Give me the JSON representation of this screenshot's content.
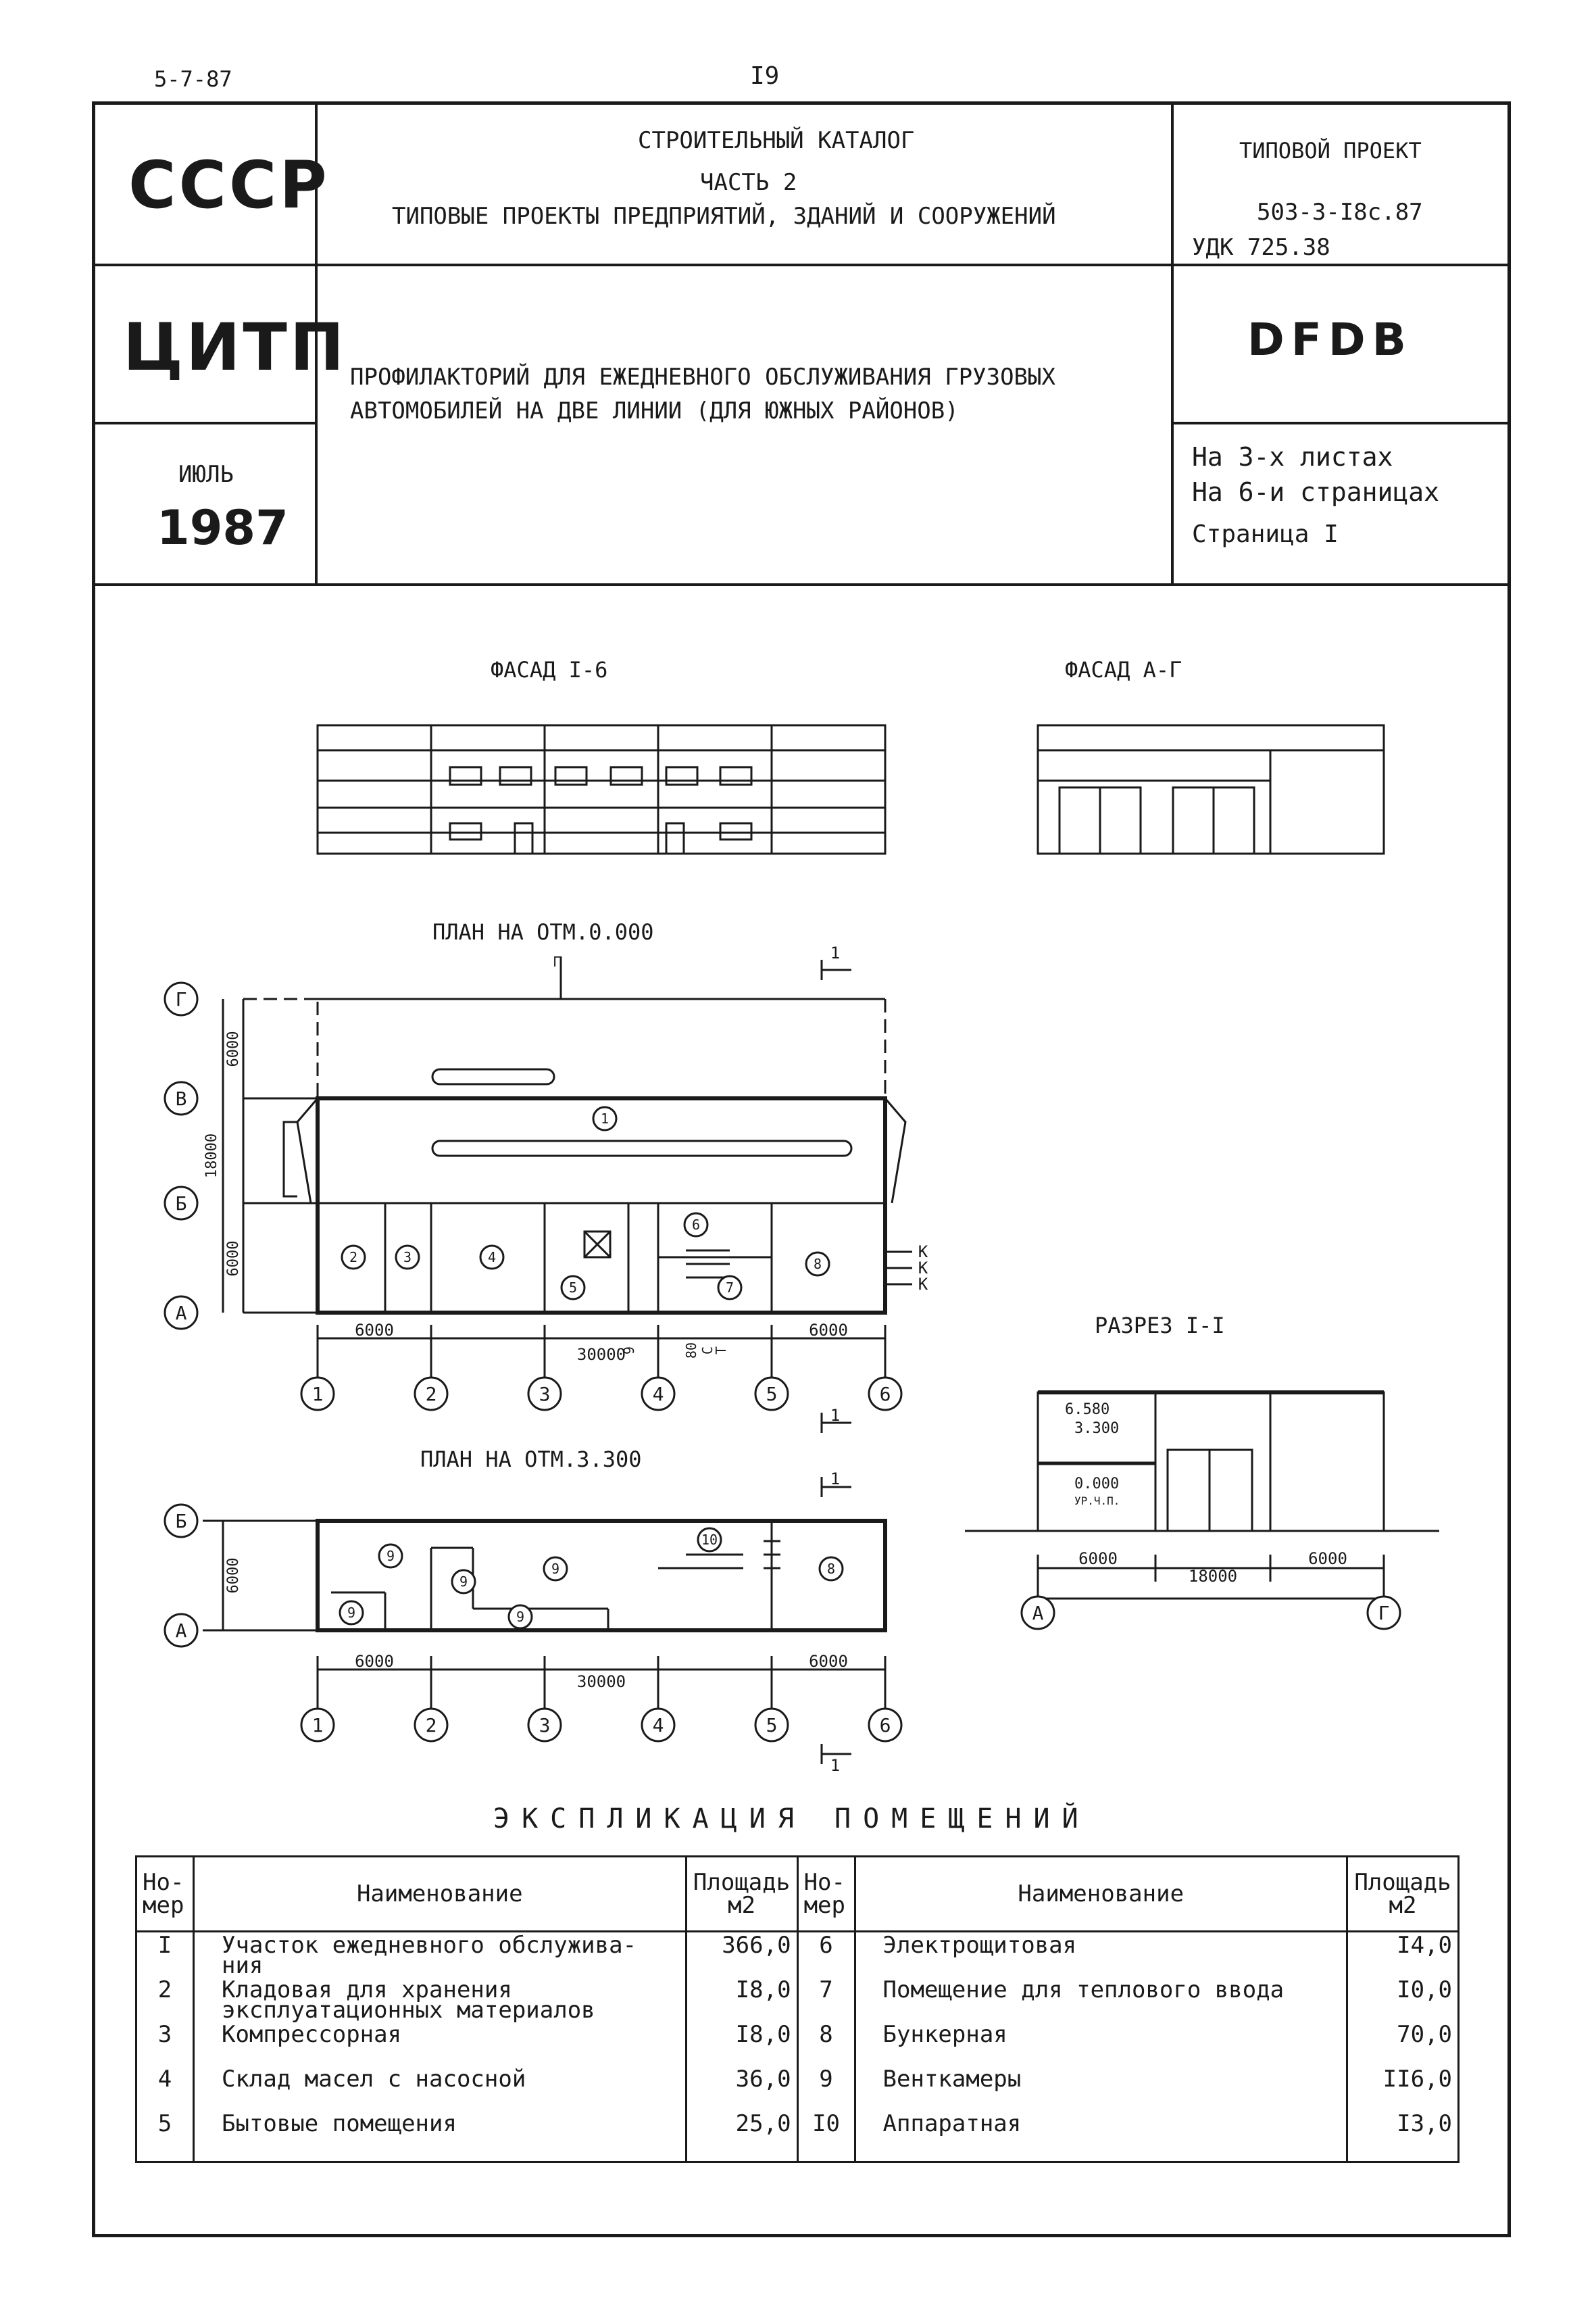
{
  "top": {
    "code": "5-7-87",
    "page_number": "I9"
  },
  "header": {
    "country": "СССР",
    "org": "ЦИТП",
    "month": "ИЮЛЬ",
    "year": "1987",
    "catalog_line1": "СТРОИТЕЛЬНЫЙ КАТАЛОГ",
    "catalog_line2": "ЧАСТЬ 2",
    "catalog_line3": "ТИПОВЫЕ ПРОЕКТЫ ПРЕДПРИЯТИЙ, ЗДАНИЙ И СООРУЖЕНИЙ",
    "project_label": "ТИПОВОЙ ПРОЕКТ",
    "project_number": "503-3-I8с.87",
    "udk": "УДК 725.38",
    "code_letters": "DFDB",
    "title_line1": "ПРОФИЛАКТОРИЙ ДЛЯ ЕЖЕДНЕВНОГО ОБСЛУЖИВАНИЯ ГРУЗОВЫХ",
    "title_line2": "АВТОМОБИЛЕЙ НА ДВЕ ЛИНИИ  (ДЛЯ ЮЖНЫХ РАЙОНОВ)",
    "sheets": "На  3-х листах",
    "pages": "На  6-и страницах",
    "page": "Страница I"
  },
  "drawings": {
    "facade1": "ФАСАД I-6",
    "facade2": "ФАСАД А-Г",
    "plan1": "ПЛАН НА ОТМ.0.000",
    "plan2": "ПЛАН НА ОТМ.3.300",
    "section": "РАЗРЕЗ I-I",
    "axes_num": [
      "1",
      "2",
      "3",
      "4",
      "5",
      "6"
    ],
    "axes_plan1": [
      "Г",
      "В",
      "Б",
      "А"
    ],
    "axes_plan2": [
      "Б",
      "А"
    ],
    "dim_6000": "6000",
    "dim_30000": "30000",
    "dim_18000": "18000",
    "elev_6580": "6.580",
    "elev_3300": "3.300",
    "elev_0000": "0.000",
    "elev_ychp": "УР.Ч.П.",
    "cut_mark": "1",
    "k_mark": "К",
    "rooms_plan1": [
      "1",
      "2",
      "3",
      "4",
      "5",
      "6",
      "7",
      "8"
    ],
    "rooms_plan2": [
      "9",
      "9",
      "9",
      "9",
      "9",
      "10",
      "8"
    ],
    "pipe_labels": [
      "Г",
      "80",
      "С",
      "Т",
      "9"
    ]
  },
  "explication": {
    "title": "ЭКСПЛИКАЦИЯ  ПОМЕЩЕНИЙ",
    "headers": {
      "num": "Но-\nмер",
      "name": "Наименование",
      "area": "Площадь\nм2"
    },
    "left": [
      {
        "num": "I",
        "name": "Участок ежедневного обслужива-\nния",
        "area": "366,0"
      },
      {
        "num": "2",
        "name": "Кладовая для хранения\nэксплуатационных материалов",
        "area": "I8,0"
      },
      {
        "num": "3",
        "name": "Компрессорная",
        "area": "I8,0"
      },
      {
        "num": "4",
        "name": "Склад масел с насосной",
        "area": "36,0"
      },
      {
        "num": "5",
        "name": "Бытовые помещения",
        "area": "25,0"
      }
    ],
    "right": [
      {
        "num": "6",
        "name": "Электрощитовая",
        "area": "I4,0"
      },
      {
        "num": "7",
        "name": "Помещение для теплового ввода",
        "area": "I0,0"
      },
      {
        "num": "8",
        "name": "Бункерная",
        "area": "70,0"
      },
      {
        "num": "9",
        "name": "Венткамеры",
        "area": "II6,0"
      },
      {
        "num": "I0",
        "name": "Аппаратная",
        "area": "I3,0"
      }
    ]
  }
}
